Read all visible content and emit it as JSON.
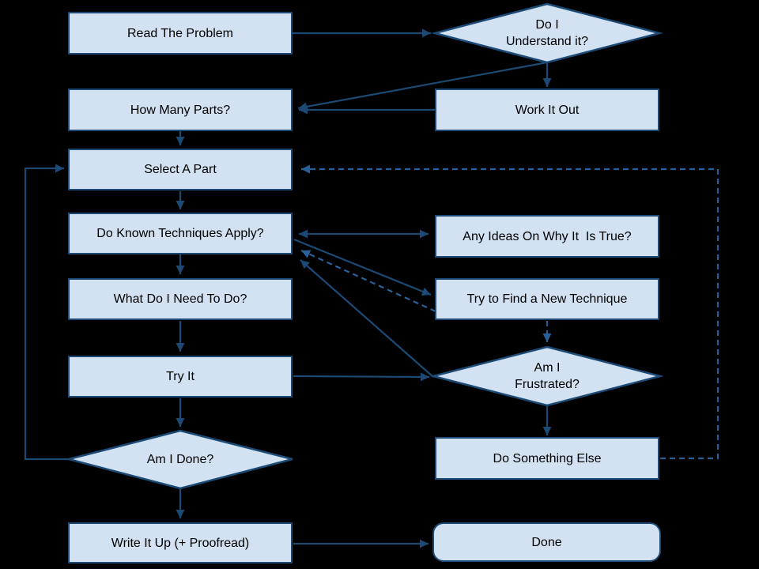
{
  "diagram": {
    "description": "Problem-solving flowchart",
    "colors": {
      "background": "#000000",
      "node_fill": "#d2e2f2",
      "node_border": "#1c4a74",
      "connector_solid": "#1c4a74",
      "connector_dashed": "#2a6099",
      "text": "#000000"
    },
    "nodes": {
      "read_problem": {
        "label": "Read The Problem",
        "shape": "rectangle"
      },
      "understand": {
        "label": "Do I\nUnderstand it?",
        "shape": "diamond"
      },
      "how_many_parts": {
        "label": "How Many Parts?",
        "shape": "rectangle"
      },
      "work_it_out": {
        "label": "Work It Out",
        "shape": "rectangle"
      },
      "select_a_part": {
        "label": "Select A Part",
        "shape": "rectangle"
      },
      "known_techniques": {
        "label": "Do Known Techniques Apply?",
        "shape": "rectangle"
      },
      "any_ideas": {
        "label": "Any Ideas On Why It  Is True?",
        "shape": "rectangle"
      },
      "what_to_do": {
        "label": "What Do I Need To Do?",
        "shape": "rectangle"
      },
      "new_technique": {
        "label": "Try to Find a New Technique",
        "shape": "rectangle"
      },
      "try_it": {
        "label": "Try It",
        "shape": "rectangle"
      },
      "frustrated": {
        "label": "Am I\nFrustrated?",
        "shape": "diamond"
      },
      "am_i_done": {
        "label": "Am I Done?",
        "shape": "diamond"
      },
      "do_something_else": {
        "label": "Do Something Else",
        "shape": "rectangle"
      },
      "write_it_up": {
        "label": "Write It Up (+ Proofread)",
        "shape": "rectangle"
      },
      "done": {
        "label": "Done",
        "shape": "rounded-rectangle"
      }
    },
    "edges": [
      {
        "from": "read_problem",
        "to": "understand",
        "style": "solid"
      },
      {
        "from": "understand",
        "to": "work_it_out",
        "style": "solid"
      },
      {
        "from": "understand",
        "to": "how_many_parts",
        "style": "solid"
      },
      {
        "from": "work_it_out",
        "to": "how_many_parts",
        "style": "solid"
      },
      {
        "from": "how_many_parts",
        "to": "select_a_part",
        "style": "solid"
      },
      {
        "from": "select_a_part",
        "to": "known_techniques",
        "style": "solid"
      },
      {
        "from": "known_techniques",
        "to": "any_ideas",
        "style": "solid",
        "bidirectional": true
      },
      {
        "from": "known_techniques",
        "to": "what_to_do",
        "style": "solid"
      },
      {
        "from": "known_techniques",
        "to": "new_technique",
        "style": "solid"
      },
      {
        "from": "new_technique",
        "to": "known_techniques",
        "style": "dashed"
      },
      {
        "from": "new_technique",
        "to": "frustrated",
        "style": "dashed"
      },
      {
        "from": "what_to_do",
        "to": "try_it",
        "style": "solid"
      },
      {
        "from": "try_it",
        "to": "frustrated",
        "style": "solid"
      },
      {
        "from": "frustrated",
        "to": "known_techniques",
        "style": "solid"
      },
      {
        "from": "frustrated",
        "to": "do_something_else",
        "style": "solid"
      },
      {
        "from": "do_something_else",
        "to": "select_a_part",
        "style": "dashed"
      },
      {
        "from": "try_it",
        "to": "am_i_done",
        "style": "solid"
      },
      {
        "from": "am_i_done",
        "to": "select_a_part",
        "style": "solid"
      },
      {
        "from": "am_i_done",
        "to": "write_it_up",
        "style": "solid"
      },
      {
        "from": "write_it_up",
        "to": "done",
        "style": "solid"
      }
    ]
  }
}
